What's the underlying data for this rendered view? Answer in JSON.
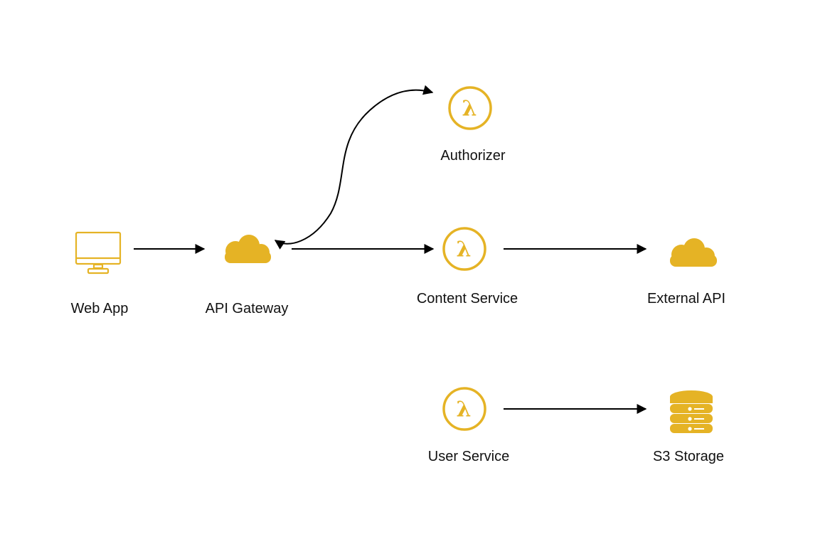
{
  "colors": {
    "icon": "#E5B325",
    "arrow": "#000000",
    "label": "#111111",
    "background": "#FFFFFF"
  },
  "nodes": {
    "web_app": {
      "label": "Web App",
      "icon": "desktop-monitor-icon"
    },
    "api_gateway": {
      "label": "API Gateway",
      "icon": "cloud-icon"
    },
    "authorizer": {
      "label": "Authorizer",
      "icon": "lambda-icon",
      "glyph": "λ"
    },
    "content_service": {
      "label": "Content Service",
      "icon": "lambda-icon",
      "glyph": "λ"
    },
    "external_api": {
      "label": "External API",
      "icon": "cloud-icon"
    },
    "user_service": {
      "label": "User Service",
      "icon": "lambda-icon",
      "glyph": "λ"
    },
    "s3_storage": {
      "label": "S3 Storage",
      "icon": "database-icon"
    }
  },
  "edges": [
    {
      "from": "Web App",
      "to": "API Gateway",
      "direction": "forward"
    },
    {
      "from": "API Gateway",
      "to": "Authorizer",
      "direction": "bidirectional"
    },
    {
      "from": "API Gateway",
      "to": "Content Service",
      "direction": "forward"
    },
    {
      "from": "Content Service",
      "to": "External API",
      "direction": "forward"
    },
    {
      "from": "User Service",
      "to": "S3 Storage",
      "direction": "forward"
    }
  ]
}
